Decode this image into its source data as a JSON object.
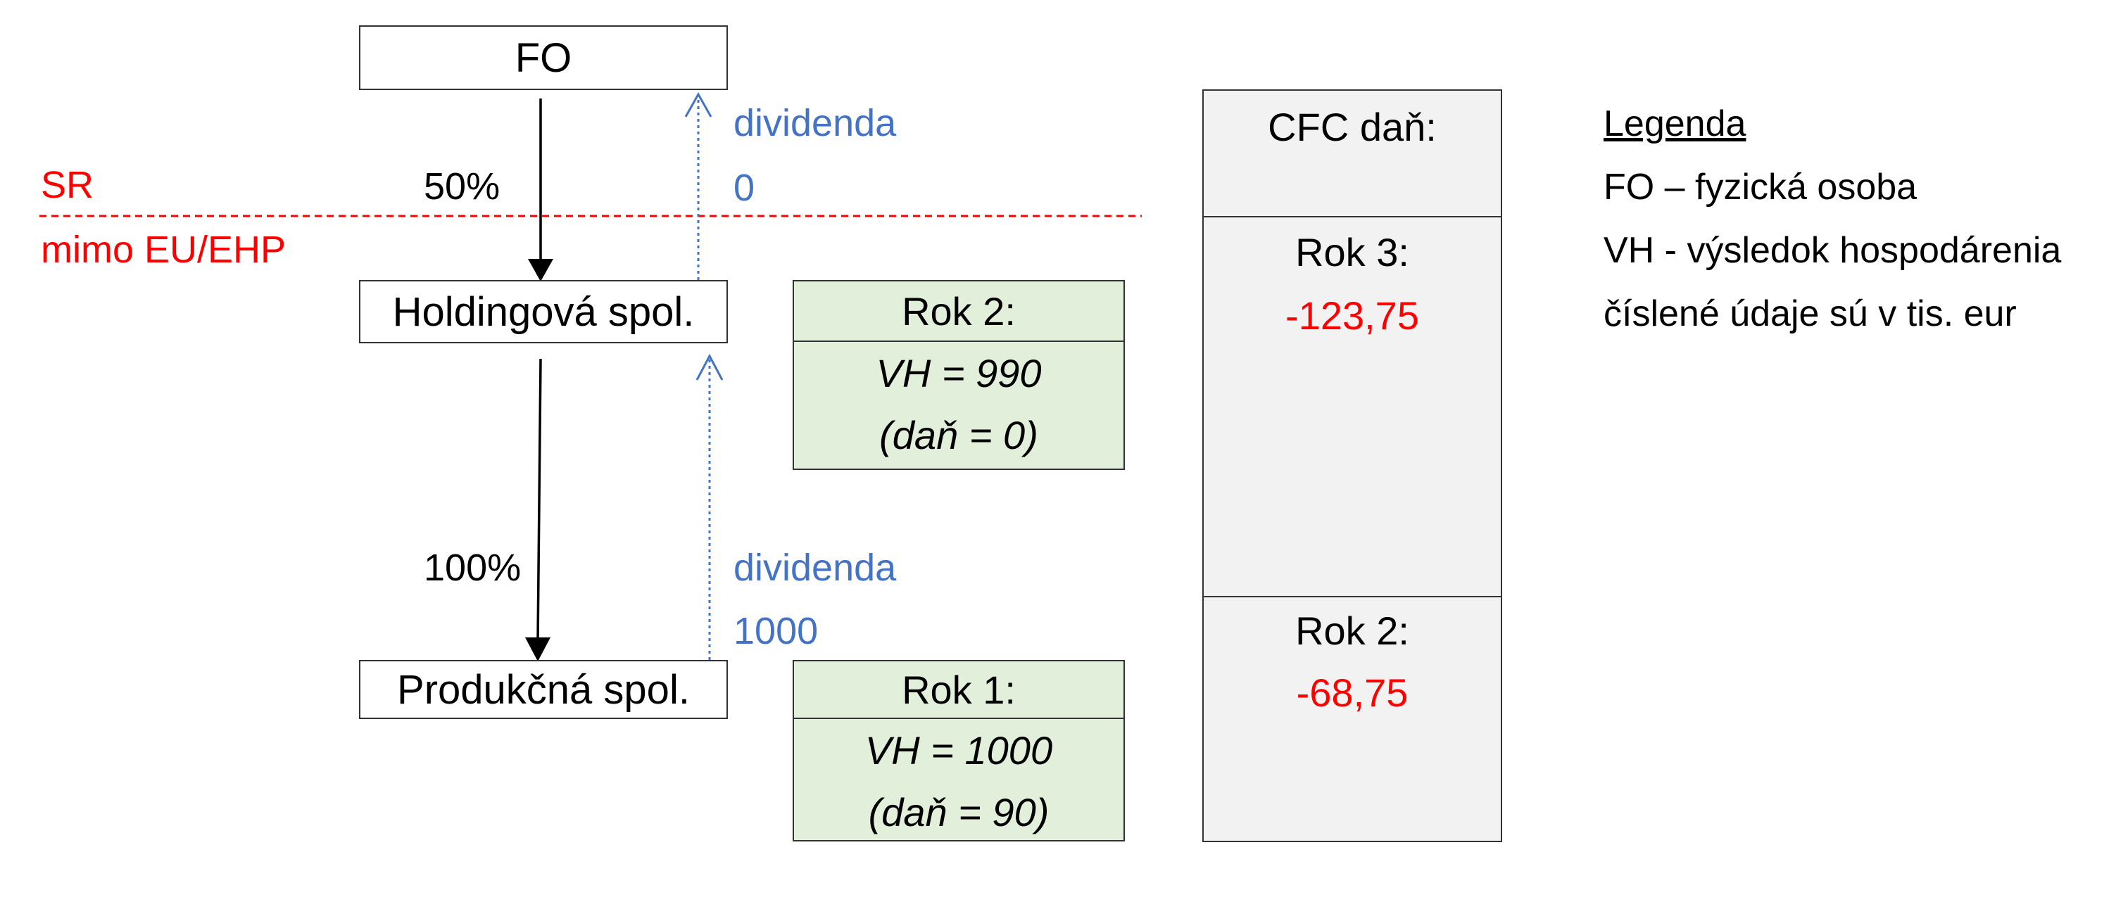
{
  "entities": {
    "fo": "FO",
    "holding": "Holdingová spol.",
    "production": "Produkčná spol."
  },
  "ownership": {
    "fo_to_holding": "50%",
    "holding_to_production": "100%"
  },
  "dividends": {
    "upper_label": "dividenda",
    "upper_value": "0",
    "lower_label": "dividenda",
    "lower_value": "1000"
  },
  "jurisdictions": {
    "domestic": "SR",
    "foreign": "mimo EU/EHP"
  },
  "year_boxes": {
    "rok2": {
      "title": "Rok 2:",
      "vh": "VH = 990",
      "tax": "(daň = 0)"
    },
    "rok1": {
      "title": "Rok 1:",
      "vh": "VH = 1000",
      "tax": "(daň = 90)"
    }
  },
  "cfc_tax": {
    "header": "CFC daň:",
    "rows": [
      {
        "year": "Rok 3:",
        "value": "-123,75"
      },
      {
        "year": "Rok 2:",
        "value": "-68,75"
      }
    ]
  },
  "legend": {
    "title": "Legenda",
    "items": [
      "FO – fyzická osoba",
      "VH - výsledok hospodárenia",
      "číslené údaje sú v tis. eur"
    ]
  },
  "colors": {
    "boundary_red": "#ff0000",
    "dividend_blue": "#4472c4",
    "year_box_green": "#e2efda",
    "cfc_gray": "#f2f2f2"
  }
}
